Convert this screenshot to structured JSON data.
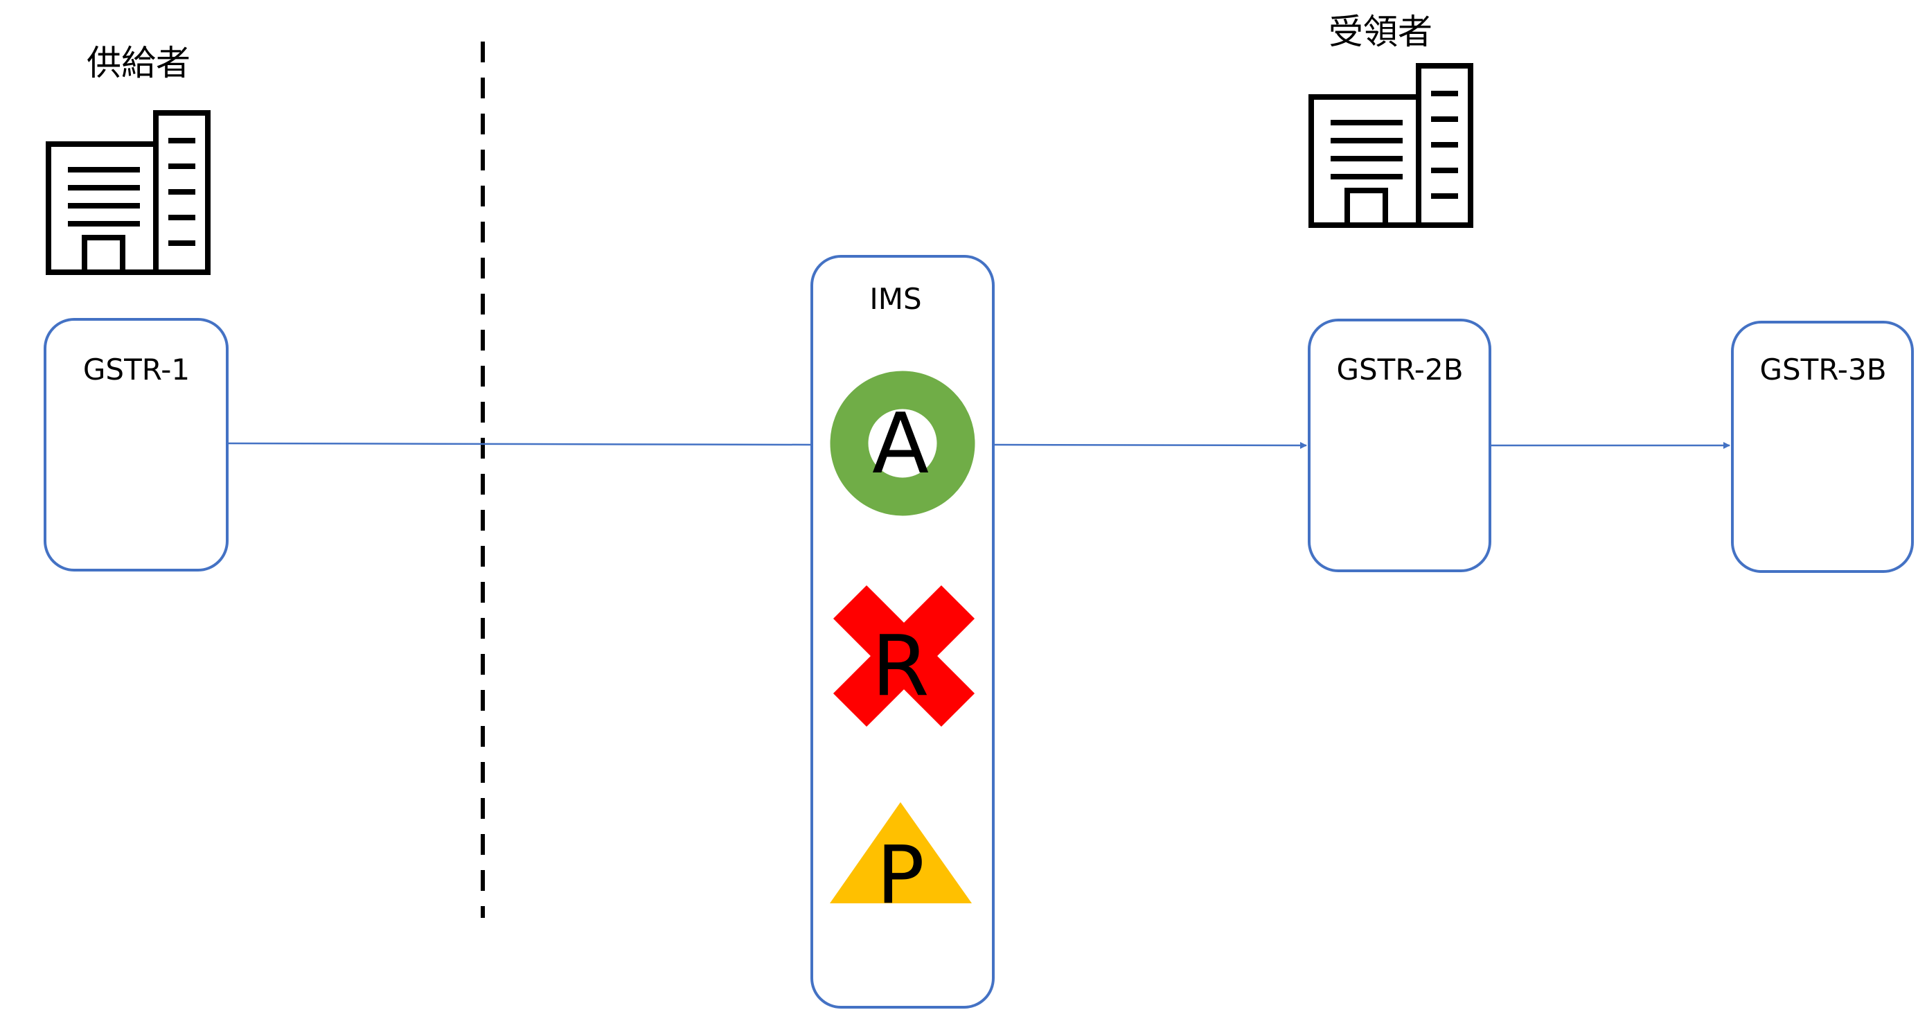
{
  "supplier": {
    "label": "供給者",
    "icon": "office-building-icon"
  },
  "recipient": {
    "label": "受領者",
    "icon": "office-building-icon"
  },
  "boxes": {
    "gstr1": "GSTR-1",
    "ims": "IMS",
    "gstr2b": "GSTR-2B",
    "gstr3b": "GSTR-3B"
  },
  "statuses": {
    "accept": {
      "letter": "A",
      "icon": "green-ring-icon",
      "color": "#70AD47"
    },
    "reject": {
      "letter": "R",
      "icon": "red-cross-icon",
      "color": "#FF0000"
    },
    "pending": {
      "letter": "P",
      "icon": "yellow-triangle-icon",
      "color": "#FFC000"
    }
  },
  "colors": {
    "box_border": "#4472C4",
    "connector": "#4472C4",
    "divider": "#000000",
    "building": "#000000"
  }
}
